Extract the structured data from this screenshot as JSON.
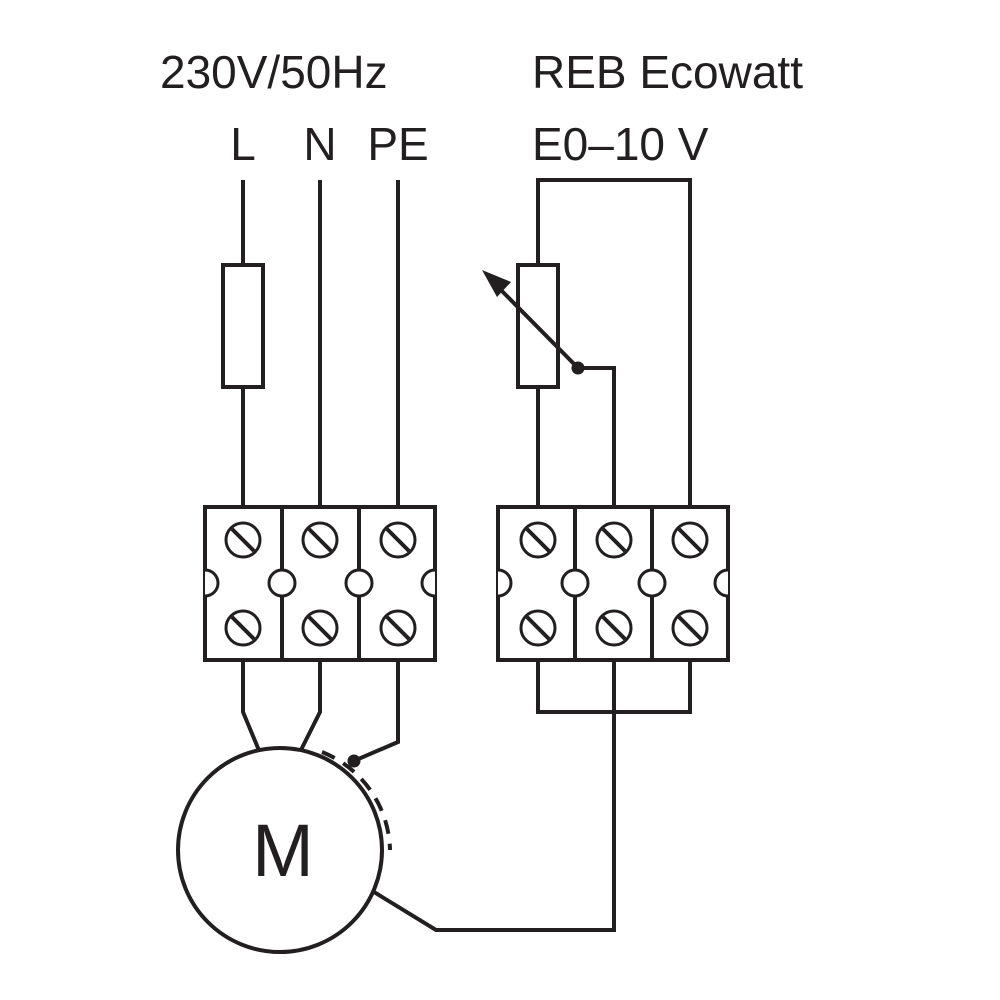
{
  "supply": {
    "title": "230V/50Hz",
    "terminals": [
      "L",
      "N",
      "PE"
    ]
  },
  "controller": {
    "name": "REB Ecowatt",
    "signal": "E0–10 V"
  },
  "motor": {
    "symbol": "M"
  },
  "colors": {
    "line": "#231f20",
    "background": "#ffffff"
  }
}
